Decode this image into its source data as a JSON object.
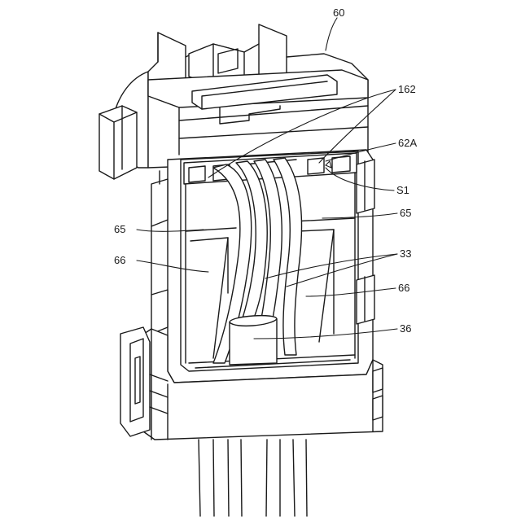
{
  "figure": {
    "labels": {
      "connector_housing": "60",
      "lock_arms": "162",
      "terminal_cavity": "62A",
      "gap_space": "S1",
      "side_wall_left": "65",
      "side_wall_right": "65",
      "inner_wall_left": "66",
      "inner_wall_right": "66",
      "wires": "33",
      "seal_grommet": "36"
    }
  }
}
